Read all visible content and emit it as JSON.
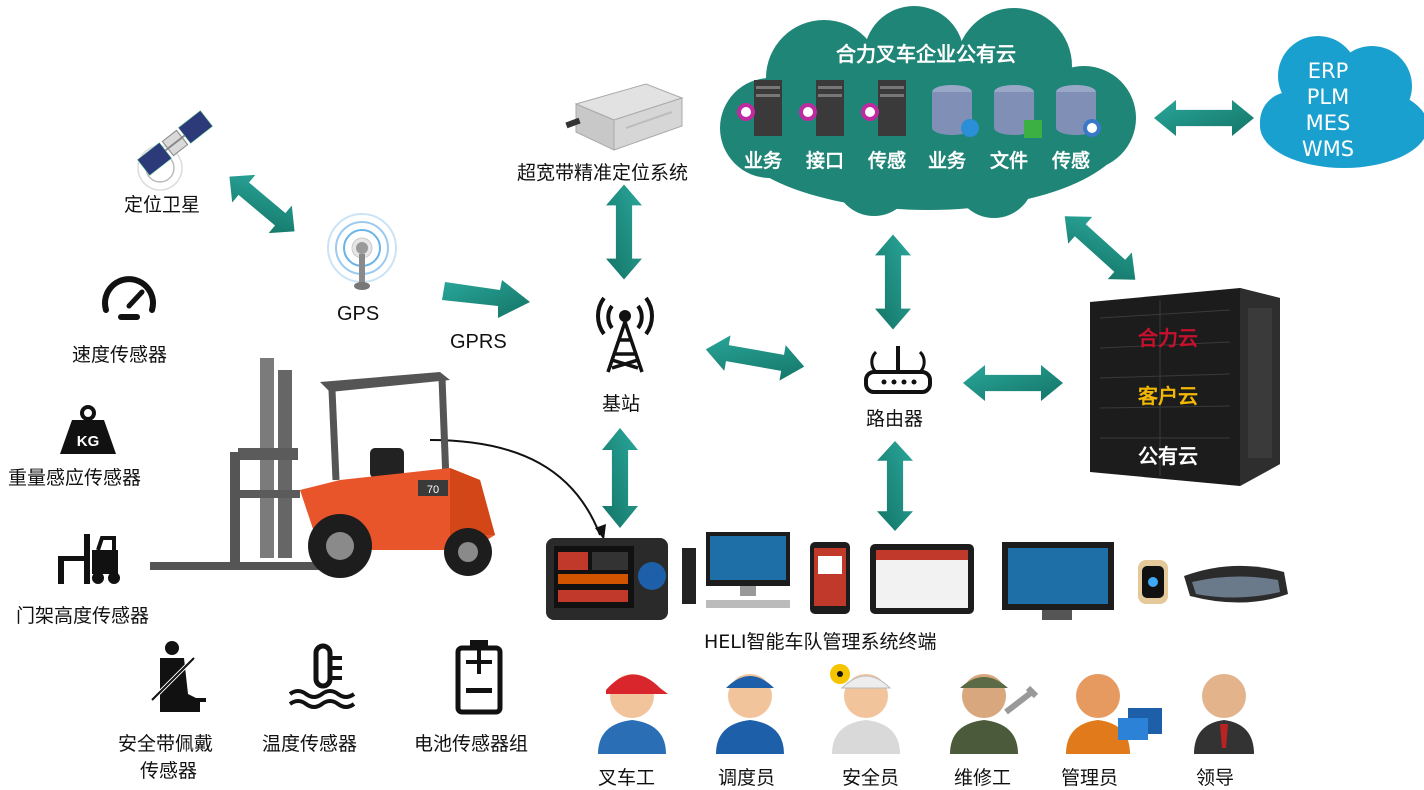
{
  "sensors": {
    "satellite": "定位卫星",
    "speed": "速度传感器",
    "weight": "重量感应传感器",
    "mast": "门架高度传感器",
    "seatbelt_l1": "安全带佩戴",
    "seatbelt_l2": "传感器",
    "temperature": "温度传感器",
    "battery": "电池传感器组",
    "weight_badge": "KG"
  },
  "network": {
    "gps": "GPS",
    "gprs": "GPRS",
    "uwb": "超宽带精准定位系统",
    "base_station": "基站",
    "router": "路由器"
  },
  "forklift": {
    "model_badge": "70"
  },
  "cloud": {
    "title": "合力叉车企业公有云",
    "items": [
      "业务",
      "接口",
      "传感",
      "业务",
      "文件",
      "传感"
    ]
  },
  "enterprise_cloud": {
    "lines": [
      "ERP",
      "PLM",
      "MES",
      "WMS"
    ]
  },
  "server_rack": {
    "labels": [
      {
        "text": "合力云",
        "color": "#c8102e"
      },
      {
        "text": "客户云",
        "color": "#f2b705"
      },
      {
        "text": "公有云",
        "color": "#ffffff"
      }
    ]
  },
  "terminals": {
    "caption": "HELI智能车队管理系统终端"
  },
  "roles": [
    "叉车工",
    "调度员",
    "安全员",
    "维修工",
    "管理员",
    "领导"
  ],
  "colors": {
    "teal": "#1a8a80",
    "cloud": "#1f8577",
    "sky": "#1aa0cf",
    "forklift": "#e8552a"
  }
}
